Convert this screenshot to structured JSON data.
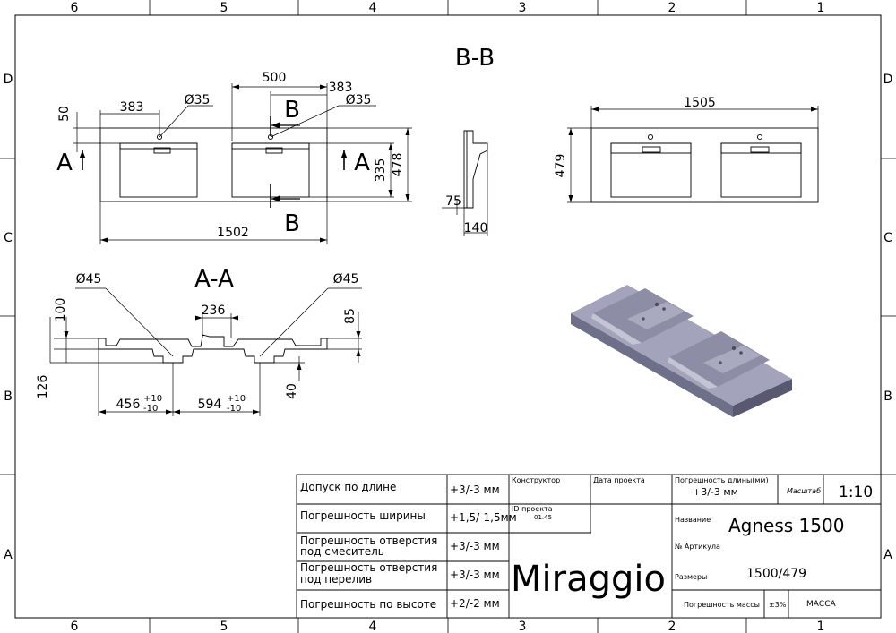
{
  "frame": {
    "top_numbers": [
      "6",
      "5",
      "4",
      "3",
      "2",
      "1"
    ],
    "bottom_numbers": [
      "6",
      "5",
      "4",
      "3",
      "2",
      "1"
    ],
    "side_letters": [
      "D",
      "C",
      "B",
      "A"
    ]
  },
  "section_labels": {
    "bb": "B-B",
    "aa": "A-A",
    "a_left": "A",
    "a_right": "A",
    "b_top": "B",
    "b_bottom": "B"
  },
  "dims_top_view": {
    "d500": "500",
    "d383_left": "383",
    "d383_right": "383",
    "hole_left": "Ø35",
    "hole_right": "Ø35",
    "d50": "50",
    "d335": "335",
    "d478": "478",
    "d1502": "1502"
  },
  "dims_side_view": {
    "d75": "75",
    "d140": "140"
  },
  "dims_front_view": {
    "d1505": "1505",
    "d479": "479"
  },
  "dims_section_aa": {
    "hole_left": "Ø45",
    "hole_right": "Ø45",
    "d236": "236",
    "d100": "100",
    "d85": "85",
    "d126": "126",
    "d40": "40",
    "d456": "456",
    "d456_tol_plus": "+10",
    "d456_tol_minus": "-10",
    "d594": "594",
    "d594_tol_plus": "+10",
    "d594_tol_minus": "-10"
  },
  "title_block": {
    "rows": [
      {
        "label": "Допуск по длине",
        "value": "+3/-3 мм"
      },
      {
        "label": "Погрешность ширины",
        "value": "+1,5/-1,5мм"
      },
      {
        "label_l1": "Погрешность отверстия",
        "label_l2": "под смеситель",
        "value": "+3/-3 мм"
      },
      {
        "label_l1": "Погрешность отверстия",
        "label_l2": "под перелив",
        "value": "+3/-3 мм"
      },
      {
        "label": "Погрешность по высоте",
        "value": "+2/-2 мм"
      }
    ],
    "designer_label": "Конструктор",
    "date_label": "Дата проекта",
    "project_id_label_l1": "ID проекта",
    "project_id_label_l2": "01.45",
    "brand": "Miraggio",
    "length_tol_label": "Погрешность длины(мм)",
    "length_tol_value": "+3/-3 мм",
    "scale_label": "Масштаб",
    "scale_value": "1:10",
    "name_label": "Название",
    "name_value": "Agness 1500",
    "article_label": "№ Артикула",
    "sizes_label": "Размеры",
    "sizes_value": "1500/479",
    "mass_tol_label": "Погрешность массы",
    "mass_tol_value": "±3%",
    "mass_label": "МАССА"
  },
  "colors": {
    "line": "#000000",
    "model_fill": "#9c9db6",
    "model_dark": "#6e6f88",
    "model_light": "#c4c5d6"
  }
}
